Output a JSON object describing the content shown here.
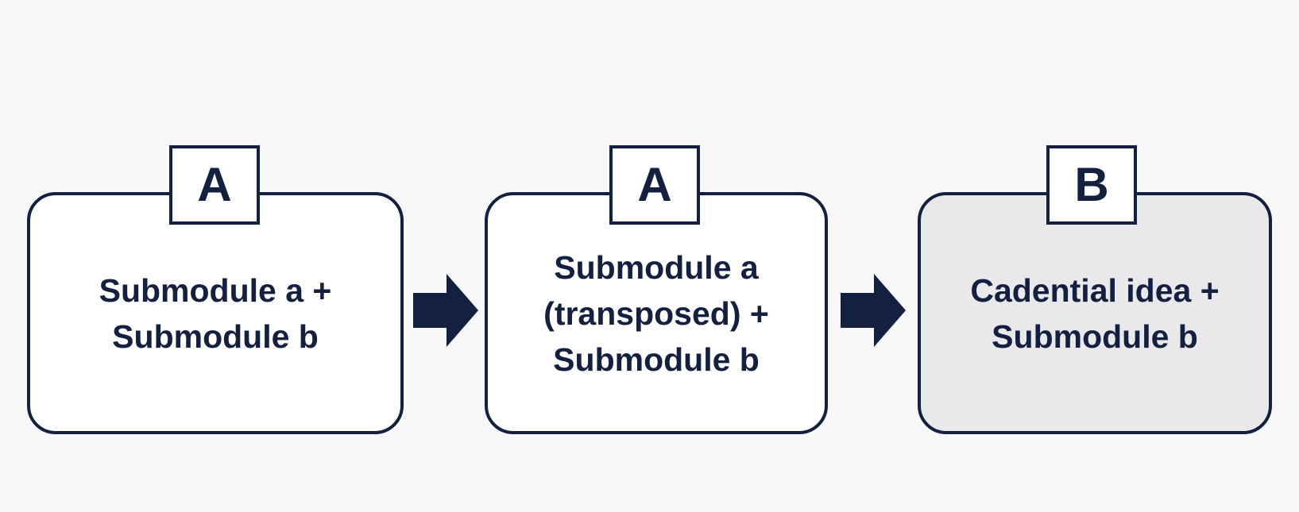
{
  "diagram": {
    "steps": [
      {
        "tag": "A",
        "lines": [
          "Submodule a +",
          "Submodule b"
        ],
        "shaded": false
      },
      {
        "tag": "A",
        "lines": [
          "Submodule a",
          "(transposed) +",
          "Submodule b"
        ],
        "shaded": false
      },
      {
        "tag": "B",
        "lines": [
          "Cadential idea +",
          "Submodule b"
        ],
        "shaded": true
      }
    ],
    "colors": {
      "stroke": "#14203f",
      "background": "#f8f8fa",
      "box_fill": "#ffffff",
      "shaded_fill": "#e9e9ec"
    },
    "connector_icon": "right-arrow-icon"
  }
}
